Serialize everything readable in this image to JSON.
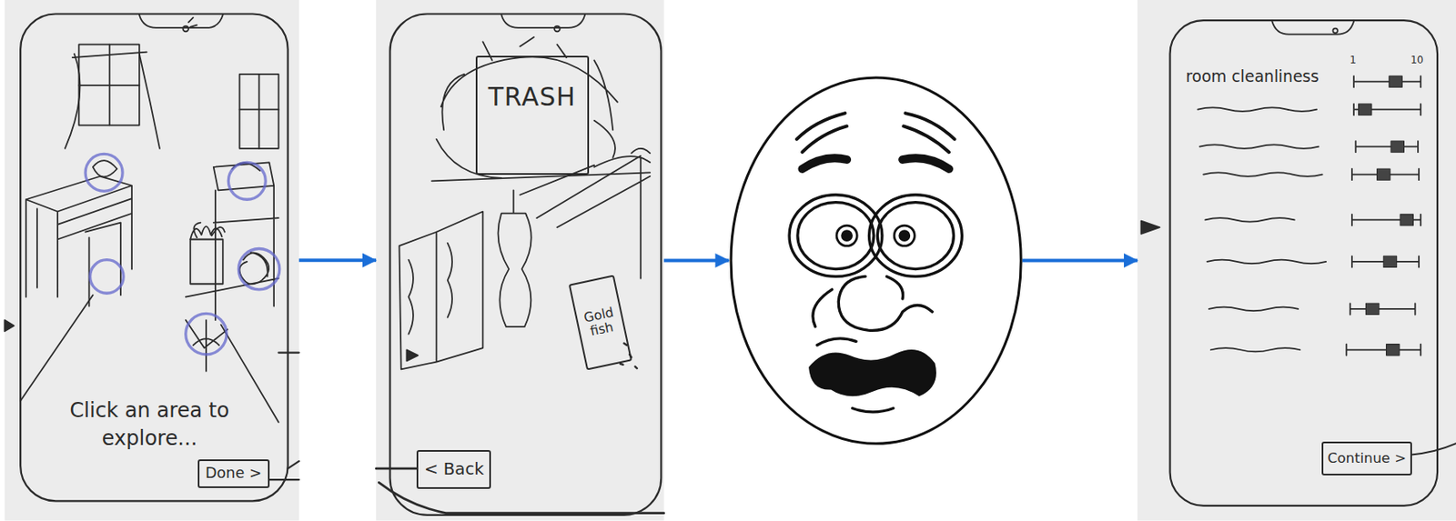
{
  "diagram": {
    "nodes": [
      {
        "text": [
          "Click an area to explore..."
        ]
      },
      {
        "text": [
          "Done >"
        ],
        "in": 0
      },
      {
        "text": []
      },
      {
        "text": [
          "TRASH"
        ],
        "in": 2
      },
      {
        "text": [
          "Gold fish"
        ],
        "in": 2
      },
      {
        "text": [
          "< Back"
        ],
        "in": 2
      },
      {
        "text": []
      },
      {
        "text": [
          "room cleanliness",
          "1",
          "10"
        ]
      },
      {
        "text": [
          "Continue >"
        ],
        "in": 7
      }
    ],
    "edges": [
      {
        "from": 0,
        "to": 2,
        "arrow": "to"
      },
      {
        "from": 2,
        "to": 6,
        "arrow": "to"
      },
      {
        "from": 6,
        "to": 7,
        "arrow": "to"
      }
    ]
  }
}
